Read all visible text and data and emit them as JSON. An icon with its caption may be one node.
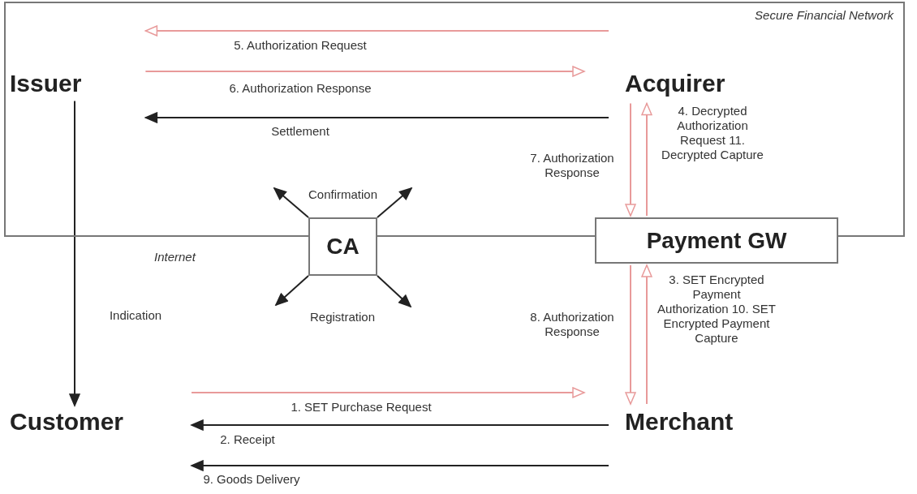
{
  "diagram": {
    "nodes": [
      {
        "text": [
          "Secure Financial Network"
        ]
      },
      {
        "text": [
          "Issuer"
        ],
        "in": 0
      },
      {
        "text": [
          "Acquirer"
        ],
        "in": 0
      },
      {
        "text": [
          "CA"
        ]
      },
      {
        "text": [
          "Payment GW"
        ]
      },
      {
        "text": [
          "Customer"
        ]
      },
      {
        "text": [
          "Merchant"
        ]
      }
    ],
    "edges": [
      {
        "from": 2,
        "to": 1,
        "arrow": "to",
        "label": "5. Authorization Request",
        "color": "#e89a9a"
      },
      {
        "from": 1,
        "to": 2,
        "arrow": "to",
        "label": "6. Authorization Response",
        "color": "#e89a9a"
      },
      {
        "from": 2,
        "to": 1,
        "arrow": "to",
        "label": "Settlement"
      },
      {
        "from": 2,
        "to": 4,
        "arrow": "to",
        "label": "7. Authorization Response",
        "color": "#e89a9a"
      },
      {
        "from": 4,
        "to": 2,
        "arrow": "to",
        "label": "4. Decrypted Authorization Request 11. Decrypted Capture",
        "color": "#e89a9a"
      },
      {
        "from": 1,
        "to": 5,
        "arrow": "to",
        "label": "Indication"
      },
      {
        "from": 3,
        "to": null,
        "arrow": "to"
      },
      {
        "from": 3,
        "to": null,
        "arrow": "to"
      },
      {
        "from": 3,
        "to": null,
        "arrow": "to"
      },
      {
        "from": 3,
        "to": null,
        "arrow": "to"
      },
      {
        "from": 4,
        "to": 6,
        "arrow": "to",
        "label": "8. Authorization Response",
        "color": "#e89a9a"
      },
      {
        "from": 6,
        "to": 4,
        "arrow": "to",
        "label": "3. SET Encrypted Payment Authorization 10. SET Encrypted Payment Capture",
        "color": "#e89a9a"
      },
      {
        "from": 5,
        "to": 6,
        "arrow": "to",
        "label": "1. SET Purchase Request",
        "color": "#e89a9a"
      },
      {
        "from": 6,
        "to": 5,
        "arrow": "to",
        "label": "2. Receipt"
      },
      {
        "from": 6,
        "to": 5,
        "arrow": "to",
        "label": "9. Goods Delivery"
      }
    ],
    "labels": [
      "Confirmation",
      "Internet",
      "Registration"
    ]
  }
}
